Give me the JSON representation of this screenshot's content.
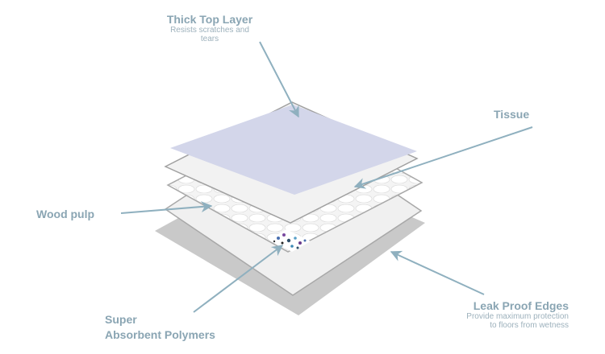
{
  "labels": {
    "top_layer": {
      "title": "Thick Top Layer",
      "subtitle": "Resists scratches and tears"
    },
    "tissue": {
      "title": "Tissue"
    },
    "wood_pulp": {
      "title": "Wood pulp"
    },
    "sap": {
      "title_line1": "Super",
      "title_line2": "Absorbent Polymers"
    },
    "leak_proof": {
      "title": "Leak Proof Edges",
      "subtitle_line1": "Provide maximum protection",
      "subtitle_line2": "to floors from wetness"
    }
  },
  "colors": {
    "label": "#8aa5b3",
    "arrow": "#8fb0bf",
    "top_layer": "#d3d6ea",
    "bottom_layer": "#c9c9c9"
  }
}
